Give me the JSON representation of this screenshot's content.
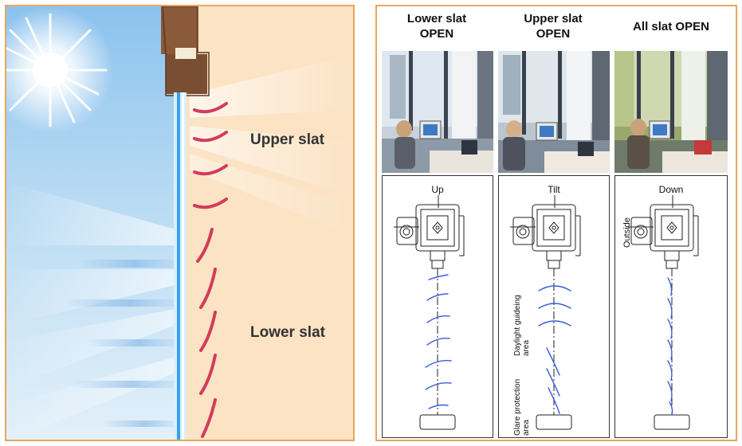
{
  "left": {
    "upper_label": "Upper slat",
    "lower_label": "Lower slat"
  },
  "columns": [
    {
      "header_line1": "Lower slat",
      "header_line2": "OPEN",
      "mode": "Up"
    },
    {
      "header_line1": "Upper slat",
      "header_line2": "OPEN",
      "mode": "Tilt",
      "daylight_line1": "Daylight guideing",
      "daylight_line2": "area",
      "glare_line1": "Glare protection",
      "glare_line2": "area"
    },
    {
      "header_line1": "All slat OPEN",
      "header_line2": "",
      "mode": "Down",
      "outside_label": "Outside"
    }
  ],
  "colors": {
    "border": "#e8a65c",
    "slat_red": "#d23c5a",
    "slat_blue": "#3a5ee0",
    "sky": "#8fc4ec",
    "wall": "#fbe3c4"
  }
}
